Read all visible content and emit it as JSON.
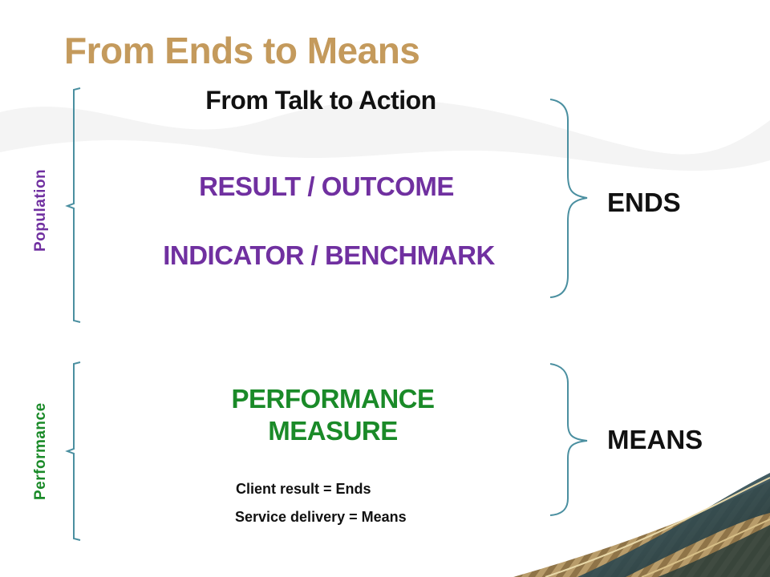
{
  "slide": {
    "title": "From Ends to Means",
    "subtitle": "From Talk to Action",
    "result_outcome": "RESULT / OUTCOME",
    "indicator_benchmark": "INDICATOR / BENCHMARK",
    "performance_measure_line1": "PERFORMANCE",
    "performance_measure_line2": "MEASURE",
    "note_client": "Client result  =  Ends",
    "note_service": "Service delivery  =  Means",
    "side_population": "Population",
    "side_performance": "Performance",
    "label_ends": "ENDS",
    "label_means": "MEANS"
  },
  "colors": {
    "title": "#c49a5c",
    "purple": "#7030a0",
    "green": "#1a8a28",
    "bracket": "#4a8fa0"
  }
}
